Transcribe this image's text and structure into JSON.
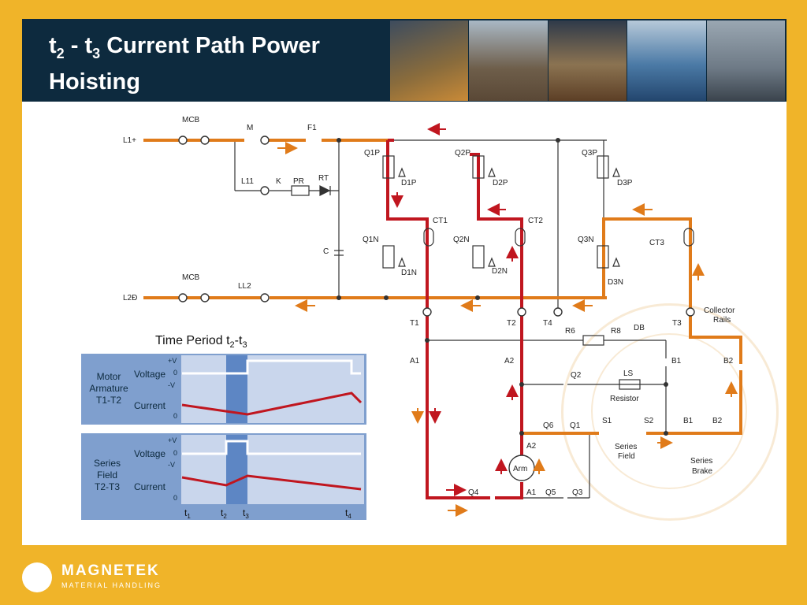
{
  "title_line1": "t",
  "title_sub1": "2",
  "title_mid": " - t",
  "title_sub2": "3",
  "title_rest": " Current Path Power",
  "title_line2": "Hoisting",
  "colors": {
    "background": "#f0b429",
    "header": "#0d2a3e",
    "orange_path": "#e07b1a",
    "red_path": "#c0161f",
    "wire": "#333333",
    "panel": "#7f9fce",
    "panel_light": "#c9d6ec",
    "highlight_band": "#5d86c4"
  },
  "labels": {
    "mcb_top": "MCB",
    "m": "M",
    "f1": "F1",
    "l1plus": "L1+",
    "l11": "L11",
    "k": "K",
    "pr": "PR",
    "rt": "RT",
    "c": "C",
    "mcb_bot": "MCB",
    "ll2": "LL2",
    "l2d": "L2Ð",
    "q1p": "Q1P",
    "d1p": "D1P",
    "q2p": "Q2P",
    "d2p": "D2P",
    "q3p": "Q3P",
    "d3p": "D3P",
    "ct1": "CT1",
    "ct2": "CT2",
    "ct3": "CT3",
    "q1n": "Q1N",
    "d1n": "D1N",
    "q2n": "Q2N",
    "d2n": "D2N",
    "q3n": "Q3N",
    "d3n": "D3N",
    "t1": "T1",
    "t2": "T2",
    "t4": "T4",
    "t3": "T3",
    "collector": "Collector",
    "rails": "Rails",
    "r6": "R6",
    "r8": "R8",
    "db": "DB",
    "a1_left": "A1",
    "a2_mid": "A2",
    "b1_top": "B1",
    "b2_top": "B2",
    "q2": "Q2",
    "ls": "LS",
    "resistor": "Resistor",
    "q6": "Q6",
    "q1": "Q1",
    "s1": "S1",
    "s2": "S2",
    "b1_bot": "B1",
    "b2_bot": "B2",
    "a2_arm": "A2",
    "series_field_1": "Series",
    "series_field_2": "Field",
    "series_brake_1": "Series",
    "series_brake_2": "Brake",
    "arm": "Arm",
    "q4": "Q4",
    "a1_arm": "A1",
    "q5": "Q5",
    "q3": "Q3"
  },
  "timing": {
    "title": "Time Period t",
    "title_sub1": "2",
    "title_dash": "-t",
    "title_sub2": "3",
    "panel1": {
      "name_lines": [
        "Motor",
        "Armature",
        "T1-T2"
      ],
      "voltage": "Voltage",
      "current": "Current",
      "plus_v": "+V",
      "zero_v": "0",
      "minus_v": "-V",
      "zero_i": "0"
    },
    "panel2": {
      "name_lines": [
        "Series",
        "Field",
        "T2-T3"
      ],
      "voltage": "Voltage",
      "current": "Current",
      "plus_v": "+V",
      "zero_v": "0",
      "minus_v": "-V",
      "zero_i": "0"
    },
    "time_labels": [
      {
        "base": "t",
        "sub": "1"
      },
      {
        "base": "t",
        "sub": "2"
      },
      {
        "base": "t",
        "sub": "3"
      },
      {
        "base": "t",
        "sub": "4"
      }
    ]
  },
  "logo": {
    "name": "MAGNETEK",
    "sub": "MATERIAL HANDLING"
  }
}
